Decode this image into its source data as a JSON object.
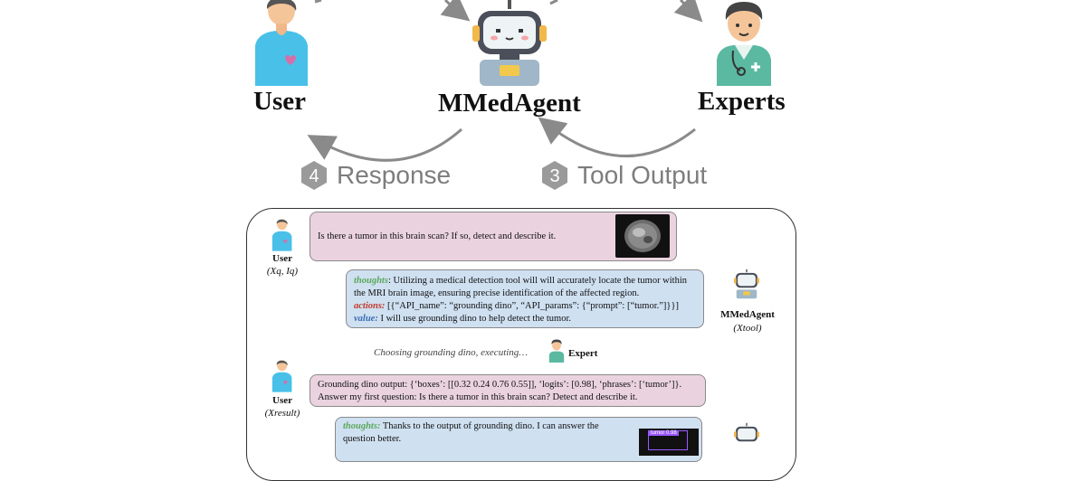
{
  "top": {
    "user_label": "User",
    "agent_label": "MMedAgent",
    "experts_label": "Experts",
    "step4": {
      "num": "4",
      "text": "Response"
    },
    "step3": {
      "num": "3",
      "text": "Tool Output"
    }
  },
  "conversation": {
    "user_q_text": "Is there a tumor in this brain scan? If so, detect and describe it.",
    "user1_label": "User",
    "user1_sub": "(Xq, Iq)",
    "agent1": {
      "thoughts_key": "thoughts",
      "thoughts_text": ": Utilizing a medical detection tool will will accurately locate the tumor within the MRI brain image, ensuring precise identification of the affected region.",
      "actions_key": "actions:",
      "actions_text": " [{“API_name”: “grounding dino”, “API_params”: {“prompt”: [“tumor.”]}}]",
      "value_key": "value:",
      "value_text": " I will use grounding dino to help detect the tumor."
    },
    "agent1_label": "MMedAgent",
    "agent1_sub": "(Xtool)",
    "executing_text": "Choosing grounding dino, executing…",
    "expert_label": "Expert",
    "result_text": "Grounding dino output: {‘boxes’: [[0.32 0.24 0.76 0.55]], ‘logits’: [0.98], ‘phrases’: [‘tumor’]}. Answer my first question: Is there a tumor in this brain scan? Detect and describe it.",
    "user2_label": "User",
    "user2_sub": "(Xresult)",
    "agent2": {
      "thoughts_key": "thoughts:",
      "thoughts_text": " Thanks to the output of grounding dino. I can answer the question better."
    },
    "tumor_box_label": "tumor 0.98"
  },
  "colors": {
    "pink_bubble": "#ead3df",
    "blue_bubble": "#cfe0f1",
    "arrow_gray": "#8a8a8a"
  }
}
